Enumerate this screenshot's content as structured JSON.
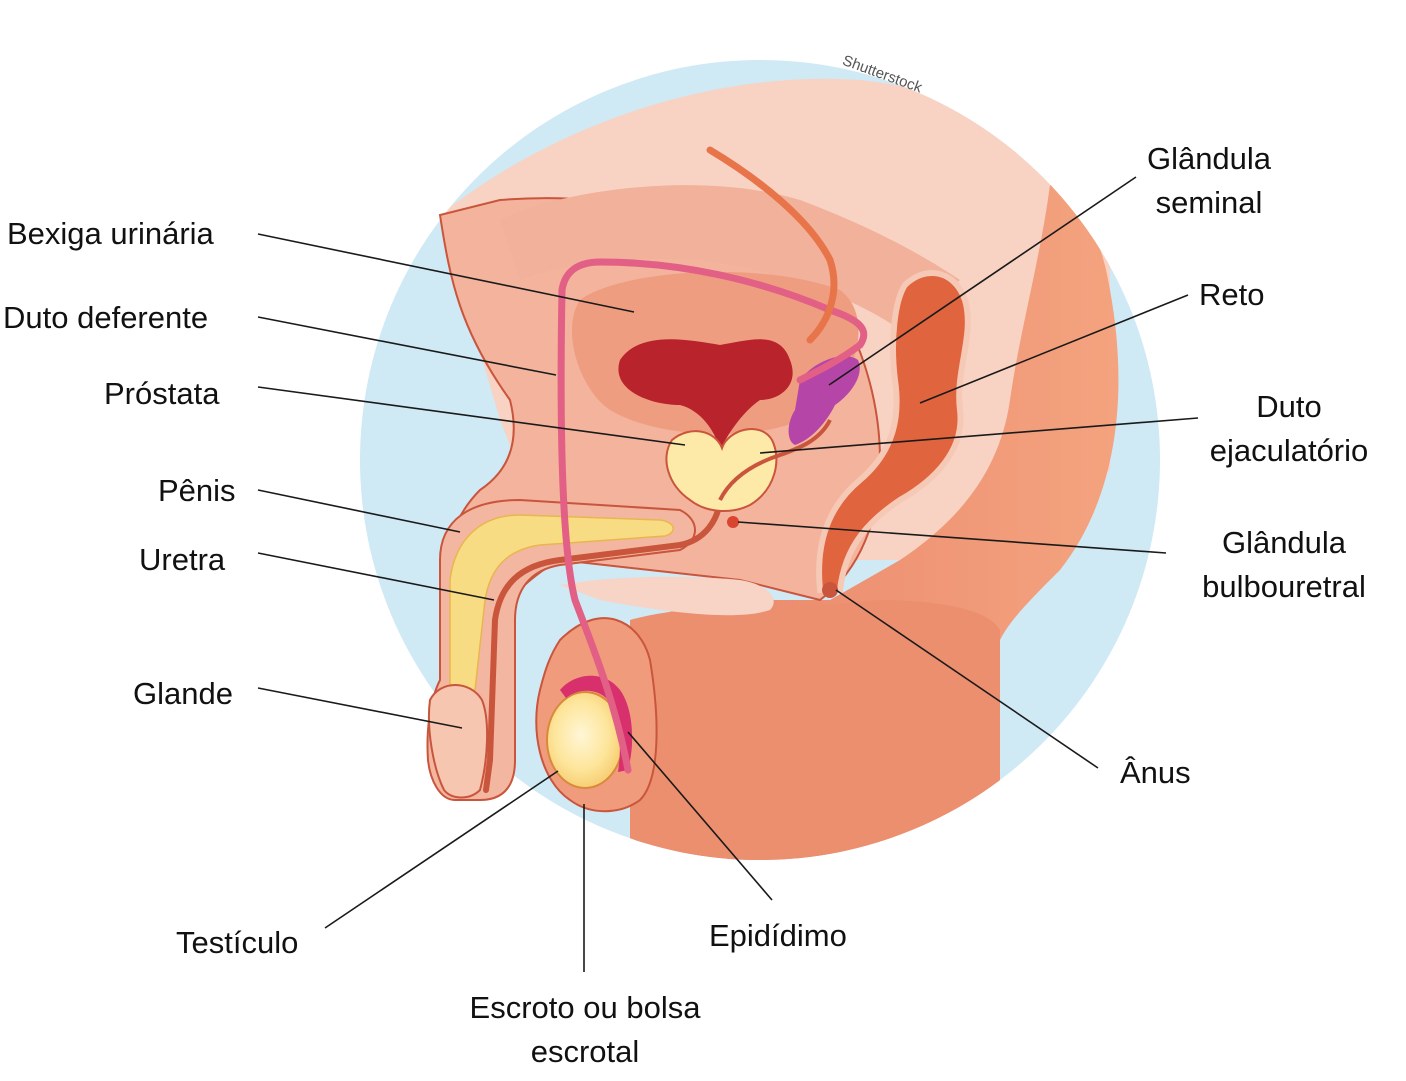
{
  "labels": {
    "bexiga": "Bexiga urinária",
    "duto_deferente": "Duto deferente",
    "prostata": "Próstata",
    "penis": "Pênis",
    "uretra": "Uretra",
    "glande": "Glande",
    "testiculo": "Testículo",
    "escroto_l1": "Escroto ou bolsa",
    "escroto_l2": "escrotal",
    "epididimo": "Epidídimo",
    "glandula_seminal_l1": "Glândula",
    "glandula_seminal_l2": "seminal",
    "reto": "Reto",
    "duto_ejac_l1": "Duto",
    "duto_ejac_l2": "ejaculatório",
    "glandula_bulbo_l1": "Glândula",
    "glandula_bulbo_l2": "bulbouretral",
    "anus": "Ânus"
  },
  "watermark": "Shutterstock",
  "colors": {
    "background_circle": "#cfe9f5",
    "skin_light": "#f7cdbd",
    "skin_mid": "#f0a585",
    "skin_dark": "#e77f62",
    "outline": "#c9553c",
    "bladder": "#b8232c",
    "duct_pink": "#e25f86",
    "prostate": "#fde9a8",
    "penis_tissue": "#f8dc83",
    "seminal_vesicle": "#b546a8",
    "rectum": "#e0643e",
    "leader_line": "#1a1a1a"
  }
}
